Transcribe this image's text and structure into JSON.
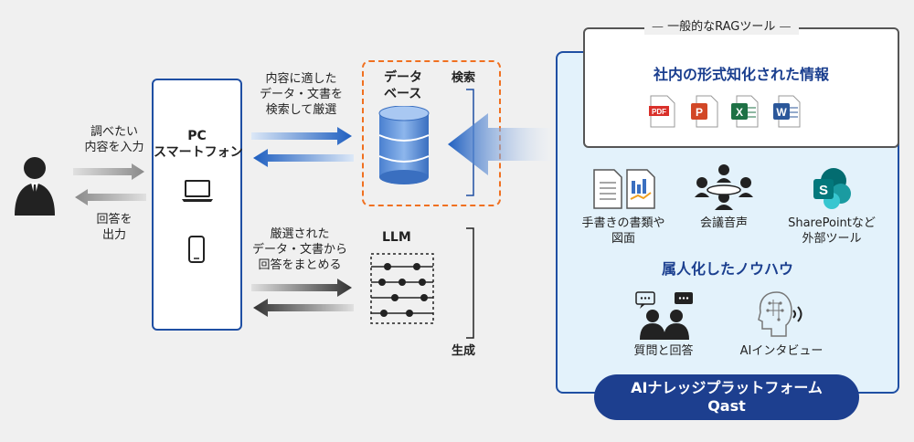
{
  "user": {
    "input_label_1": "調べたい",
    "input_label_2": "内容を入力",
    "output_label_1": "回答を",
    "output_label_2": "出力"
  },
  "pc": {
    "title_1": "PC",
    "title_2": "スマートフォン"
  },
  "search_flow": {
    "label_1": "内容に適した",
    "label_2": "データ・文書を",
    "label_3": "検索して厳選"
  },
  "answer_flow": {
    "label_1": "厳選された",
    "label_2": "データ・文書から",
    "label_3": "回答をまとめる"
  },
  "database": {
    "title_1": "データ",
    "title_2": "ベース",
    "search": "検索"
  },
  "llm": {
    "title": "LLM",
    "generate": "生成"
  },
  "rag": {
    "label": "一般的なRAGツール",
    "info_title": "社内の形式知化された情報",
    "file_types": [
      "PDF",
      "P",
      "X",
      "W"
    ]
  },
  "sources": {
    "handwritten_1": "手書きの書類や",
    "handwritten_2": "図面",
    "meeting": "会議音声",
    "sharepoint_1": "SharePointなど",
    "sharepoint_2": "外部ツール"
  },
  "knowhow": {
    "title": "属人化したノウハウ",
    "qa": "質問と回答",
    "interview": "AIインタビュー"
  },
  "platform": {
    "line_1": "AIナレッジプラットフォーム",
    "line_2": "Qast"
  },
  "colors": {
    "navy": "#1f4fa3",
    "accent_orange": "#f07020",
    "panel_bg": "#e3f2fb",
    "db_blue": "#6fa0e0"
  }
}
